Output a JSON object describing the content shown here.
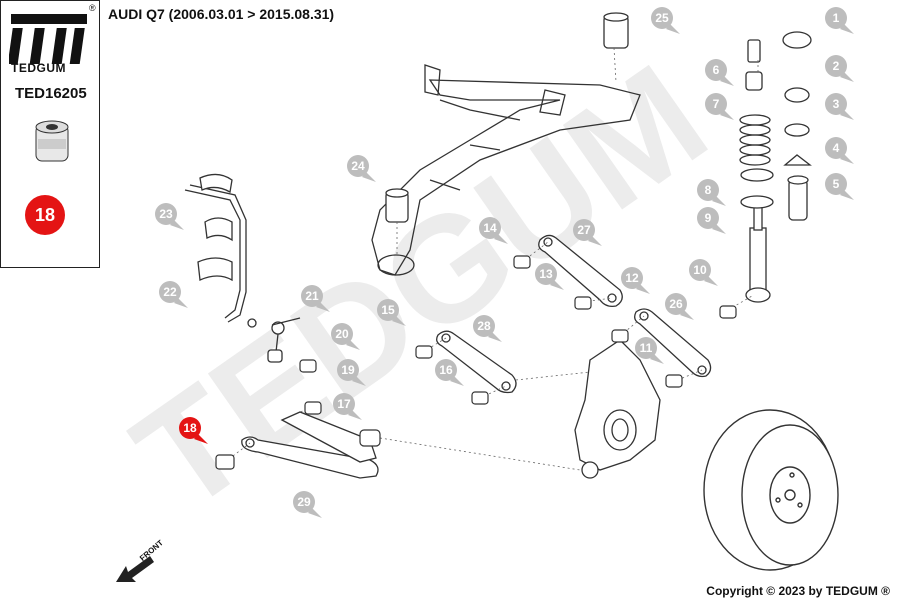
{
  "brand": {
    "name": "TEDGUM",
    "registered": "®"
  },
  "part_code": "TED16205",
  "highlight_number": "18",
  "vehicle_title": "AUDI Q7 (2006.03.01 > 2015.08.31)",
  "watermark": "TEDGUM",
  "copyright": "Copyright © 2023 by TEDGUM ®",
  "front_label": "FRONT",
  "callouts": [
    {
      "id": "c1",
      "label": "1"
    },
    {
      "id": "c2",
      "label": "2"
    },
    {
      "id": "c3",
      "label": "3"
    },
    {
      "id": "c4",
      "label": "4"
    },
    {
      "id": "c5",
      "label": "5"
    },
    {
      "id": "c6",
      "label": "6"
    },
    {
      "id": "c7",
      "label": "7"
    },
    {
      "id": "c8",
      "label": "8"
    },
    {
      "id": "c9",
      "label": "9"
    },
    {
      "id": "c10",
      "label": "10"
    },
    {
      "id": "c11",
      "label": "11"
    },
    {
      "id": "c12",
      "label": "12"
    },
    {
      "id": "c13",
      "label": "13"
    },
    {
      "id": "c14",
      "label": "14"
    },
    {
      "id": "c15",
      "label": "15"
    },
    {
      "id": "c16",
      "label": "16"
    },
    {
      "id": "c17",
      "label": "17"
    },
    {
      "id": "c18",
      "label": "18"
    },
    {
      "id": "c19",
      "label": "19"
    },
    {
      "id": "c20",
      "label": "20"
    },
    {
      "id": "c21",
      "label": "21"
    },
    {
      "id": "c22",
      "label": "22"
    },
    {
      "id": "c23",
      "label": "23"
    },
    {
      "id": "c24",
      "label": "24"
    },
    {
      "id": "c25",
      "label": "25"
    },
    {
      "id": "c26",
      "label": "26"
    },
    {
      "id": "c27",
      "label": "27"
    },
    {
      "id": "c28",
      "label": "28"
    },
    {
      "id": "c29",
      "label": "29"
    }
  ],
  "colors": {
    "callout_gray": "#bdbdbd",
    "highlight_red": "#e41414",
    "line": "#333333",
    "watermark": "#ececec"
  }
}
